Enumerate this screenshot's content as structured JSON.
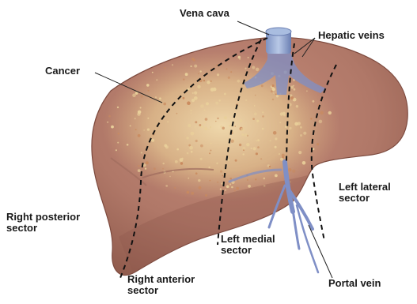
{
  "labels": {
    "vena_cava": "Vena cava",
    "hepatic_veins": "Hepatic veins",
    "cancer": "Cancer",
    "left_lateral_sector": [
      "Left lateral",
      "sector"
    ],
    "right_posterior_sector": [
      "Right posterior",
      "sector"
    ],
    "left_medial_sector": [
      "Left medial",
      "sector"
    ],
    "right_anterior_sector": [
      "Right anterior",
      "sector"
    ],
    "portal_vein": "Portal vein"
  },
  "colors": {
    "liver": "#b07868",
    "liver_shadow": "#8f5a4c",
    "cancer_speckle": "#e9cf9a",
    "vein": "#7f8fc6",
    "vessel_cap": "#9fb2d6",
    "leader": "#222222"
  }
}
